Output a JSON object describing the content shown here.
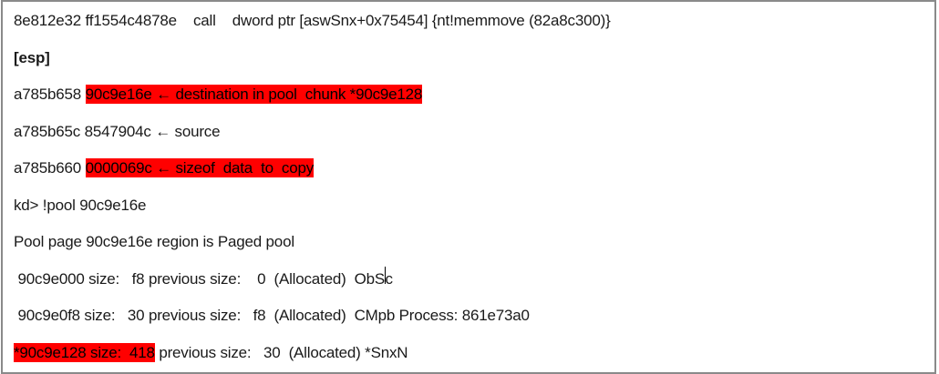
{
  "window": {
    "type": "debugger-output-document",
    "background": "#ffffff",
    "border_color": "#8a8a8a"
  },
  "colors": {
    "highlight": "#ff0000",
    "text": "#1a1a1a",
    "highlight_text": "#000000"
  },
  "lines": [
    {
      "segments": [
        {
          "text": "8e812e32 ff1554c4878e    call    dword ptr [aswSnx+0x75454] {nt!memmove (82a8c300)}"
        }
      ]
    },
    {
      "segments": [
        {
          "text": "[esp]",
          "bold": true
        }
      ]
    },
    {
      "segments": [
        {
          "text": "a785b658 "
        },
        {
          "text": "90c9e16e ← destination in pool  chunk *90c9e128",
          "highlight": true
        }
      ]
    },
    {
      "segments": [
        {
          "text": "a785b65c 8547904c ← source"
        }
      ]
    },
    {
      "segments": [
        {
          "text": "a785b660 "
        },
        {
          "text": "0000069c ← sizeof  data  to  copy",
          "highlight": true
        }
      ]
    },
    {
      "segments": [
        {
          "text": "kd> !pool 90c9e16e"
        }
      ]
    },
    {
      "segments": [
        {
          "text": "Pool page 90c9e16e region is Paged pool"
        }
      ]
    },
    {
      "segments": [
        {
          "text": " 90c9e000 size:   f8 previous size:    0  (Allocated)  ObS"
        },
        {
          "caret": true
        },
        {
          "text": "c"
        }
      ]
    },
    {
      "segments": [
        {
          "text": " 90c9e0f8 size:   30 previous size:   f8  (Allocated)  CMpb Process: 861e73a0"
        }
      ]
    },
    {
      "segments": [
        {
          "text": "*90c9e128 size:  418",
          "highlight": true
        },
        {
          "text": " previous size:   30  (Allocated) *SnxN"
        }
      ]
    }
  ]
}
